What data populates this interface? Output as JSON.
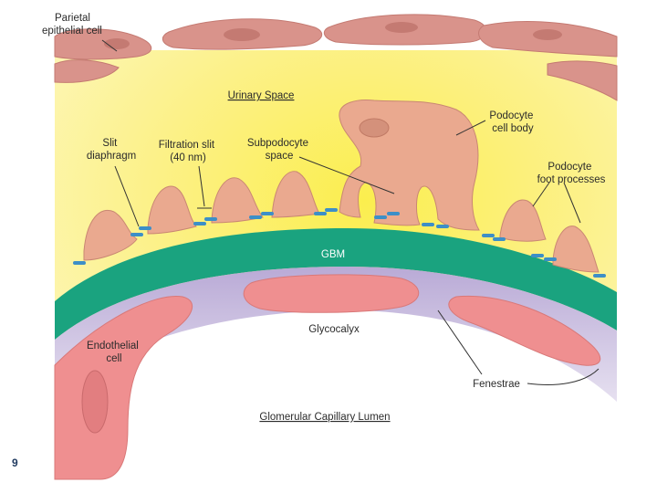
{
  "slide_number": "9",
  "labels": {
    "parietal_epithelial_cell": [
      "Parietal",
      "epithelial cell"
    ],
    "urinary_space": "Urinary Space",
    "podocyte_cell_body": [
      "Podocyte",
      "cell body"
    ],
    "slit_diaphragm": [
      "Slit",
      "diaphragm"
    ],
    "filtration_slit": [
      "Filtration slit",
      "(40 nm)"
    ],
    "subpodocyte_space": [
      "Subpodocyte",
      "space"
    ],
    "podocyte_foot_processes": [
      "Podocyte",
      "foot processes"
    ],
    "gbm": "GBM",
    "glycocalyx": "Glycocalyx",
    "endothelial_cell": [
      "Endothelial",
      "cell"
    ],
    "fenestrae": "Fenestrae",
    "glomerular_capillary_lumen": "Glomerular Capillary Lumen"
  },
  "colors": {
    "urinary_space": "#fdf6a0",
    "urinary_space_center": "#fbee5c",
    "parietal_cell": "#d9938b",
    "parietal_nucleus": "#c47a72",
    "podocyte": "#eaa98f",
    "podocyte_outline": "#c98773",
    "gbm": "#1aa37f",
    "glycocalyx": "#c6b9de",
    "endothelial": "#ef8f90",
    "lumen": "#ffffff",
    "slit_diaphragm": "#3d8fc7",
    "slide_number": "#1f3a5f"
  }
}
